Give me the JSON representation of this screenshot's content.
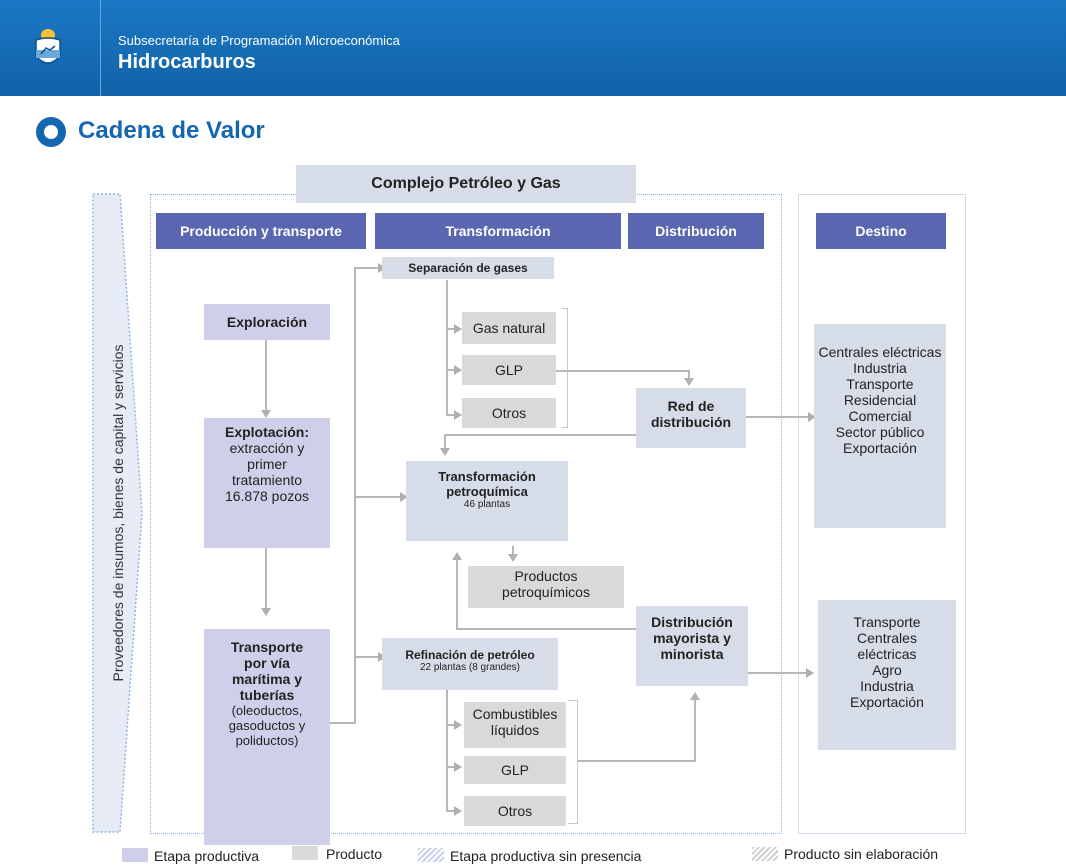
{
  "header": {
    "subtitle": "Subsecretaría de Programación Microeconómica",
    "title": "Hidrocarburos"
  },
  "page_title": "Cadena de Valor",
  "complex_title": "Complejo Petróleo y Gas",
  "side_label": "Proveedores de insumos, bienes de capital y servicios",
  "columns": {
    "production": "Producción y transporte",
    "transformation": "Transformación",
    "distribution": "Distribución",
    "destination": "Destino"
  },
  "nodes": {
    "exploracion": "Exploración",
    "explotacion_title": "Explotación:",
    "explotacion_l1": "extracción y",
    "explotacion_l2": "primer",
    "explotacion_l3": "tratamiento",
    "explotacion_l4": "16.878 pozos",
    "transporte_l1": "Transporte",
    "transporte_l2": "por vía",
    "transporte_l3": "marítima y",
    "transporte_l4": "tuberías",
    "transporte_l5": "(oleoductos,",
    "transporte_l6": "gasoductos y",
    "transporte_l7": "poliductos)",
    "separacion": "Separación de gases",
    "gas_natural": "Gas natural",
    "glp_top": "GLP",
    "otros_top": "Otros",
    "red_l1": "Red de",
    "red_l2": "distribución",
    "petroq_l1": "Transformación",
    "petroq_l2": "petroquímica",
    "petroq_l3": "46 plantas",
    "productos_l1": "Productos",
    "productos_l2": "petroquímicos",
    "refinacion_l1": "Refinación de petróleo",
    "refinacion_l2": "22 plantas (8 grandes)",
    "combustibles_l1": "Combustibles",
    "combustibles_l2": "líquidos",
    "glp_bottom": "GLP",
    "otros_bottom": "Otros",
    "mayorista_l1": "Distribución",
    "mayorista_l2": "mayorista  y",
    "mayorista_l3": "minorista"
  },
  "destino_top": [
    "Centrales eléctricas",
    "Industria",
    "Transporte",
    "Residencial",
    "Comercial",
    "Sector público",
    "Exportación"
  ],
  "destino_bottom": [
    "Transporte",
    "Centrales",
    "eléctricas",
    "Agro",
    "Industria",
    "Exportación"
  ],
  "legend": {
    "etapa": "Etapa productiva",
    "producto": "Producto",
    "sin_presencia": "Etapa productiva sin presencia",
    "sin_elaboracion": "Producto sin elaboración"
  },
  "colors": {
    "header_blue": "#1566b0",
    "column_header": "#5a67b0",
    "stage_lavender": "#cfcfea",
    "product_gray": "#d9d9d9"
  }
}
